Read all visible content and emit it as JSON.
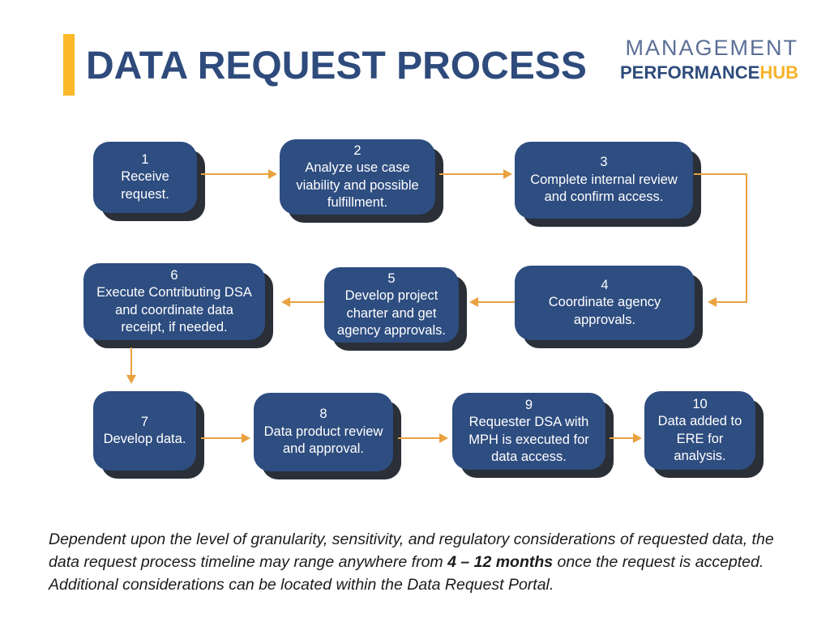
{
  "header": {
    "title": "DATA REQUEST PROCESS",
    "logo": {
      "line1": "MANAGEMENT",
      "line2_left": "PERFORMANCE",
      "line2_right": "HUB"
    }
  },
  "colors": {
    "accent": "#FDB92A",
    "title": "#2E4B7C",
    "box": "#2E4D80",
    "shadow": "#2A2F38",
    "arrow": "#E9A23F",
    "logo_thin": "#5C6F97",
    "logo_hub": "#F5B32A",
    "footer": "#1C1C1C"
  },
  "flow": {
    "boxes": [
      {
        "number": "1",
        "label": "Receive request."
      },
      {
        "number": "2",
        "label": "Analyze use case viability and possible fulfillment."
      },
      {
        "number": "3",
        "label": "Complete internal review and confirm access."
      },
      {
        "number": "4",
        "label": "Coordinate agency approvals."
      },
      {
        "number": "5",
        "label": "Develop project charter and get agency approvals."
      },
      {
        "number": "6",
        "label": "Execute Contributing DSA and coordinate data receipt, if needed."
      },
      {
        "number": "7",
        "label": "Develop data."
      },
      {
        "number": "8",
        "label": "Data product review and approval."
      },
      {
        "number": "9",
        "label": "Requester DSA with MPH is executed for data access."
      },
      {
        "number": "10",
        "label": "Data added to ERE for analysis."
      }
    ]
  },
  "footer": {
    "text_before": "Dependent upon the level of granularity, sensitivity, and regulatory considerations of requested data, the data request process timeline may range anywhere from ",
    "text_bold": "4 – 12 months",
    "text_after": " once the request is accepted. Additional considerations can be located within the Data Request Portal."
  }
}
